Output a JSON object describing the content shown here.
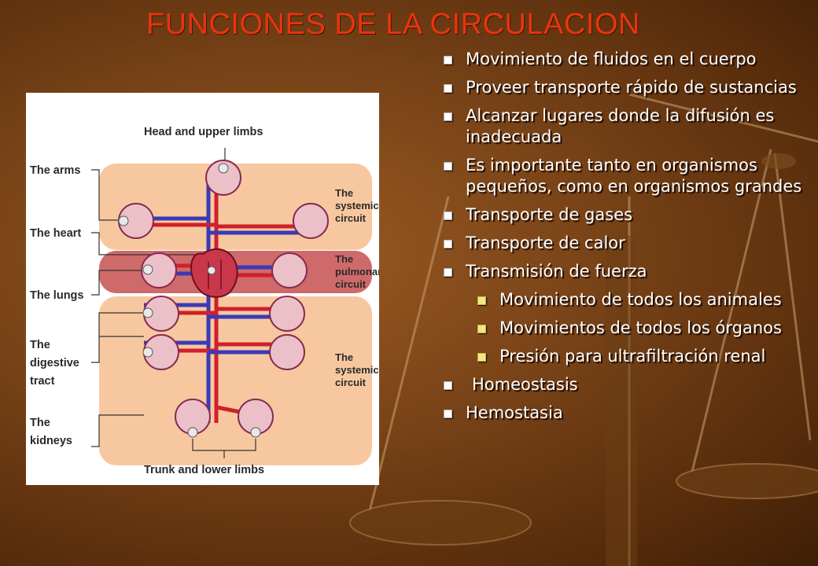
{
  "slide": {
    "title": "FUNCIONES DE LA CIRCULACION",
    "bullets": [
      "Movimiento de fluidos en el cuerpo",
      "Proveer transporte rápido de sustancias",
      "Alcanzar lugares donde la difusión es inadecuada",
      "Es importante tanto en organismos pequeños, como en organismos grandes",
      "Transporte de gases",
      "Transporte de calor",
      "Transmisión de fuerza",
      "Homeostasis",
      "Hemostasia"
    ],
    "sub_bullets": [
      "Movimiento de todos los animales",
      "Movimientos de todos los órganos",
      "Presión para ultrafiltración renal"
    ]
  },
  "figure": {
    "top_label": "Head and upper limbs",
    "bottom_label": "Trunk and lower limbs",
    "left_labels": [
      "The arms",
      "The heart",
      "The lungs",
      "The digestive tract",
      "The kidneys"
    ],
    "digestive_lines": [
      "The",
      "digestive",
      "tract"
    ],
    "kidneys_lines": [
      "The",
      "kidneys"
    ],
    "systemic_upper": [
      "The",
      "systemic",
      "circuit"
    ],
    "pulmonary": [
      "The",
      "pulmonary",
      "circuit"
    ],
    "systemic_lower": [
      "The",
      "systemic",
      "circuit"
    ]
  },
  "colors": {
    "title": "#e8340f",
    "systemic_band": "#f7c8a0",
    "pulmonary_band": "#cf6a6a",
    "artery": "#d0202a",
    "vein": "#3a3ab8"
  }
}
